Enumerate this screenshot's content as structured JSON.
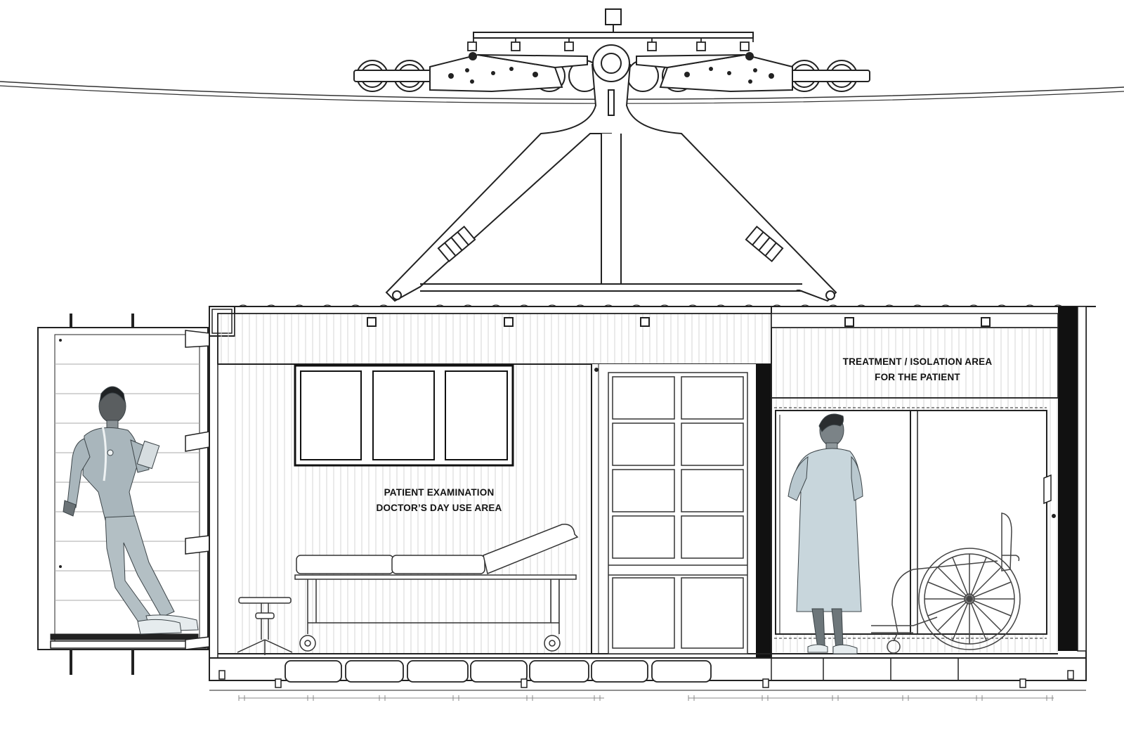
{
  "labels": {
    "exam_area": {
      "line1": "PATIENT EXAMINATION",
      "line2": "DOCTOR’S DAY USE AREA"
    },
    "isolation_area": {
      "line1": "TREATMENT / ISOLATION AREA",
      "line2": "FOR THE PATIENT"
    }
  },
  "colors": {
    "line": "#1a1a1a",
    "figure_fill": "#c8d6dc",
    "figure_shade": "#5e6a70",
    "background": "#ffffff"
  },
  "icons": [
    "cable-trolley-icon",
    "doctor-figure-icon",
    "patient-figure-icon",
    "wheelchair-icon",
    "exam-table-icon",
    "stool-icon"
  ]
}
